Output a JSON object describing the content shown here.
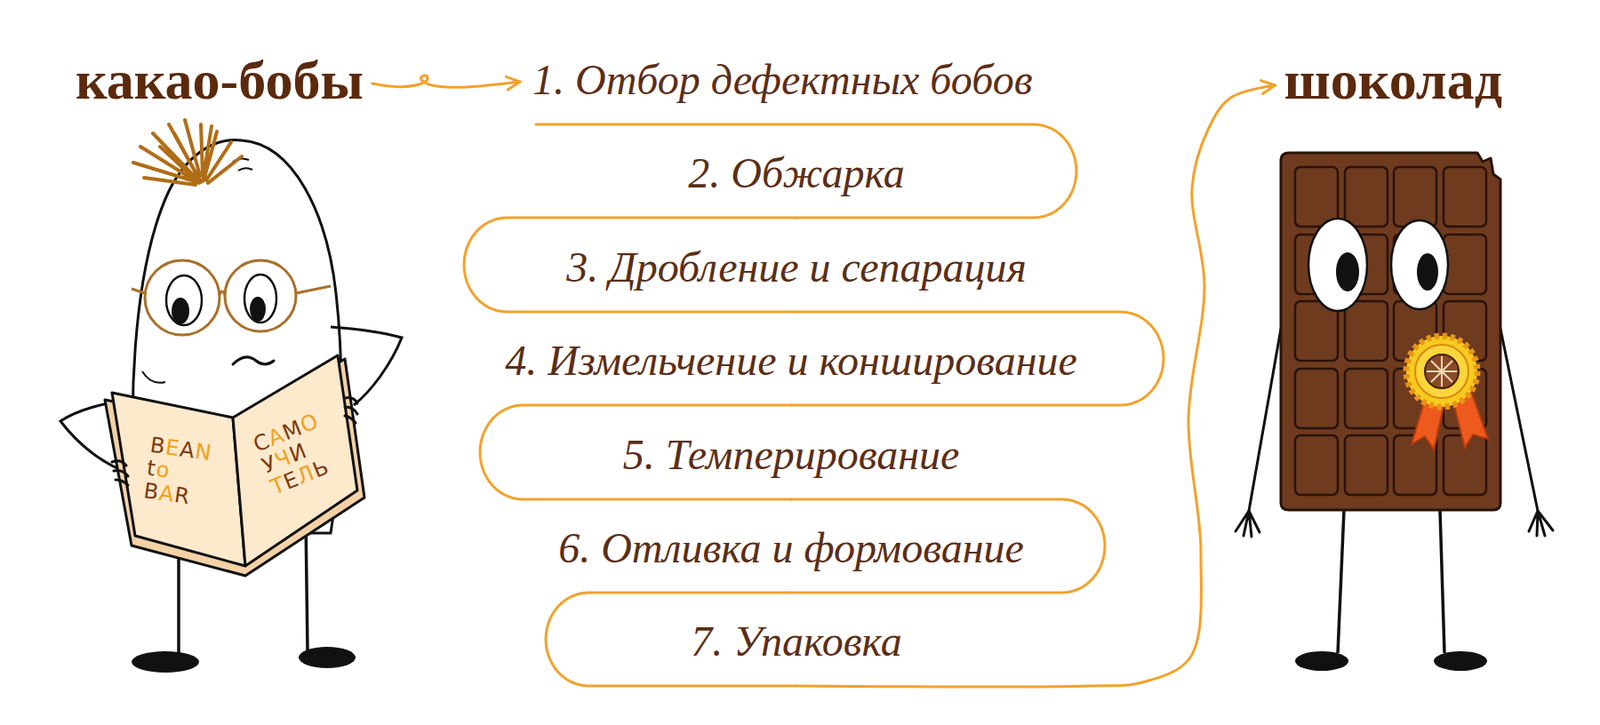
{
  "diagram": {
    "nodes": [
      {
        "text": [
          "какао-бобы"
        ]
      },
      {
        "text": [
          "1. Отбор дефектных бобов"
        ]
      },
      {
        "text": [
          "2. Обжарка"
        ]
      },
      {
        "text": [
          "3. Дробление и сепарация"
        ]
      },
      {
        "text": [
          "4. Измельчение и конширование"
        ]
      },
      {
        "text": [
          "5. Темперирование"
        ]
      },
      {
        "text": [
          "6. Отливка и формование"
        ]
      },
      {
        "text": [
          "7. Упаковка"
        ]
      },
      {
        "text": [
          "шоколад"
        ]
      }
    ],
    "edges": [
      {
        "from": 0,
        "to": 1,
        "arrow": "to"
      },
      {
        "from": 1,
        "to": 2,
        "arrow": "none"
      },
      {
        "from": 2,
        "to": 3,
        "arrow": "none"
      },
      {
        "from": 3,
        "to": 4,
        "arrow": "none"
      },
      {
        "from": 4,
        "to": 5,
        "arrow": "none"
      },
      {
        "from": 5,
        "to": 6,
        "arrow": "none"
      },
      {
        "from": 6,
        "to": 7,
        "arrow": "none"
      },
      {
        "from": 7,
        "to": 8,
        "arrow": "to"
      }
    ],
    "labels": [
      "BEAN to BAR",
      "САМО УЧИ ТЕЛЬ"
    ]
  }
}
